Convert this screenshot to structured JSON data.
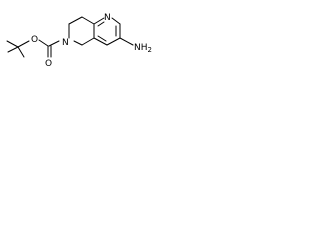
{
  "structure": {
    "atoms": {
      "carbonyl_oxygen": "O",
      "ester_oxygen": "O",
      "ring_nitrogen": "N",
      "pyridine_nitrogen": "N",
      "amine": "NH2",
      "amine_symbol": "NH",
      "amine_subscript": "2"
    }
  }
}
